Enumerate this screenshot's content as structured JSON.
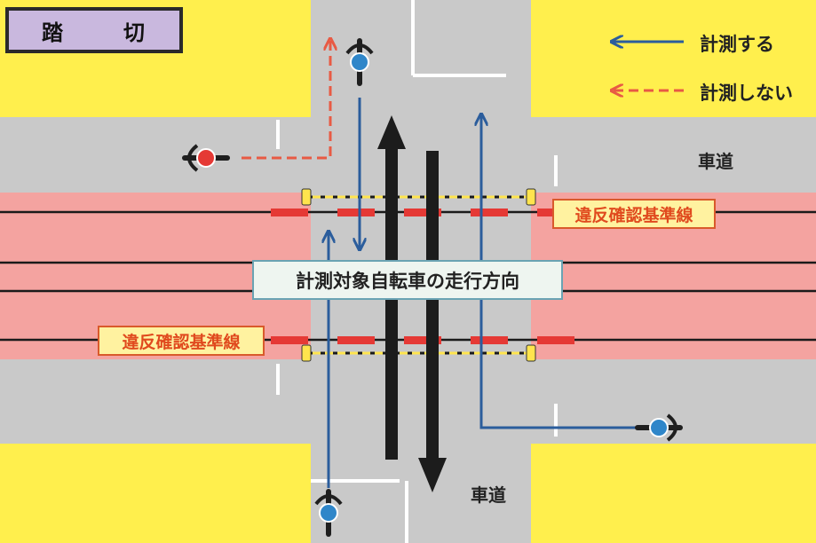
{
  "title": "踏　切",
  "legend": [
    {
      "label": "計測する",
      "color": "#2b5d9c",
      "style": "solid"
    },
    {
      "label": "計測しない",
      "color": "#e85a44",
      "style": "dashed"
    }
  ],
  "road_labels": [
    "車道",
    "車道"
  ],
  "reference_line_label": "違反確認基準線",
  "direction_label": "計測対象自転車の走行方向",
  "colors": {
    "road": "#c9c9c9",
    "sidewalk": "#ffef4d",
    "railway_zone": "#f4a3a0",
    "measured": "#2b5d9c",
    "not_measured": "#e85a44",
    "direction_arrow": "#1c1c1c"
  },
  "icons": [
    "bicycle-icon"
  ]
}
